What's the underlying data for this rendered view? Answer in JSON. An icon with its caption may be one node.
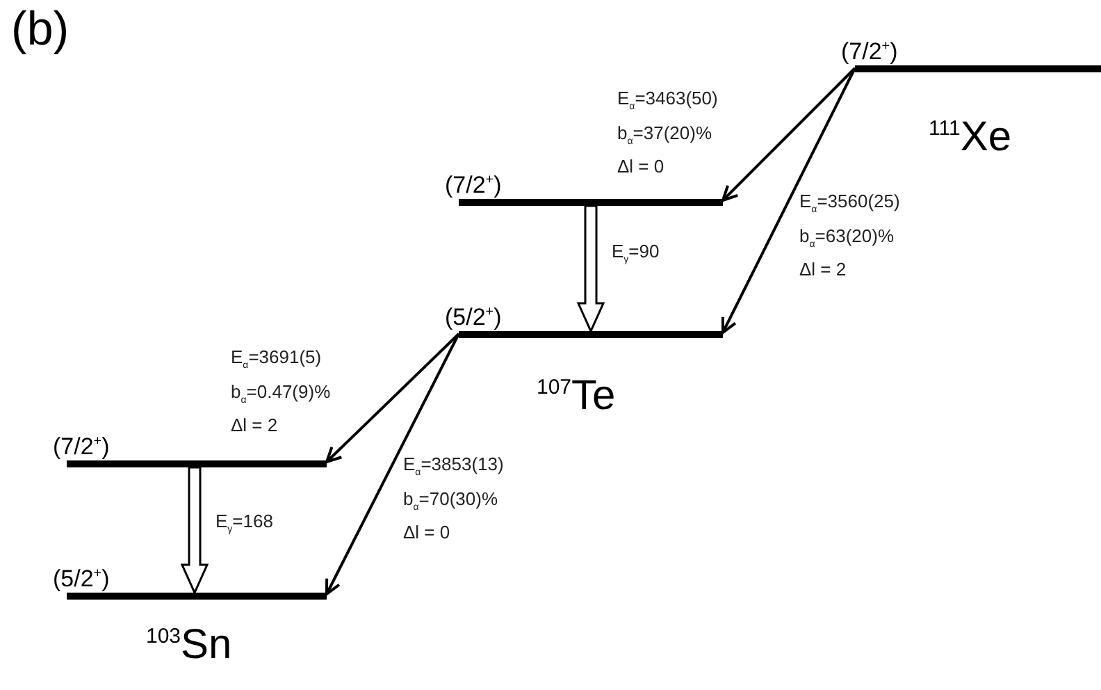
{
  "diagram": {
    "nodes": [
      {
        "text": [],
        "shape": "bar",
        "beside": [
          "(7/2$^{+}$)",
          "$^{111}$Xe"
        ]
      },
      {
        "text": [],
        "shape": "bar",
        "beside": [
          "(7/2$^{+}$)"
        ]
      },
      {
        "text": [],
        "shape": "bar",
        "beside": [
          "(5/2$^{+}$)",
          "$^{107}$Te"
        ]
      },
      {
        "text": [],
        "shape": "bar",
        "beside": [
          "(7/2$^{+}$)"
        ]
      },
      {
        "text": [],
        "shape": "bar",
        "beside": [
          "(5/2$^{+}$)",
          "$^{103}$Sn"
        ]
      }
    ],
    "edges": [
      {
        "from": 0,
        "to": 1,
        "arrow": "to",
        "label": "E$_{α}$=3463(50) b$_{α}$=37(20)% Δl = 0"
      },
      {
        "from": 0,
        "to": 2,
        "arrow": "to",
        "label": "E$_{α}$=3560(25) b$_{α}$=63(20)% Δl = 2"
      },
      {
        "from": 1,
        "to": 2,
        "arrow": "to",
        "label": "E$_{γ}$=90",
        "style": "thick"
      },
      {
        "from": 2,
        "to": 3,
        "arrow": "to",
        "label": "E$_{α}$=3691(5) b$_{α}$=0.47(9)% Δl = 2"
      },
      {
        "from": 2,
        "to": 4,
        "arrow": "to",
        "label": "E$_{α}$=3853(13) b$_{α}$=70(30)% Δl = 0"
      },
      {
        "from": 3,
        "to": 4,
        "arrow": "to",
        "label": "E$_{γ}$=168",
        "style": "thick"
      }
    ],
    "labels": [
      "(b)"
    ]
  }
}
